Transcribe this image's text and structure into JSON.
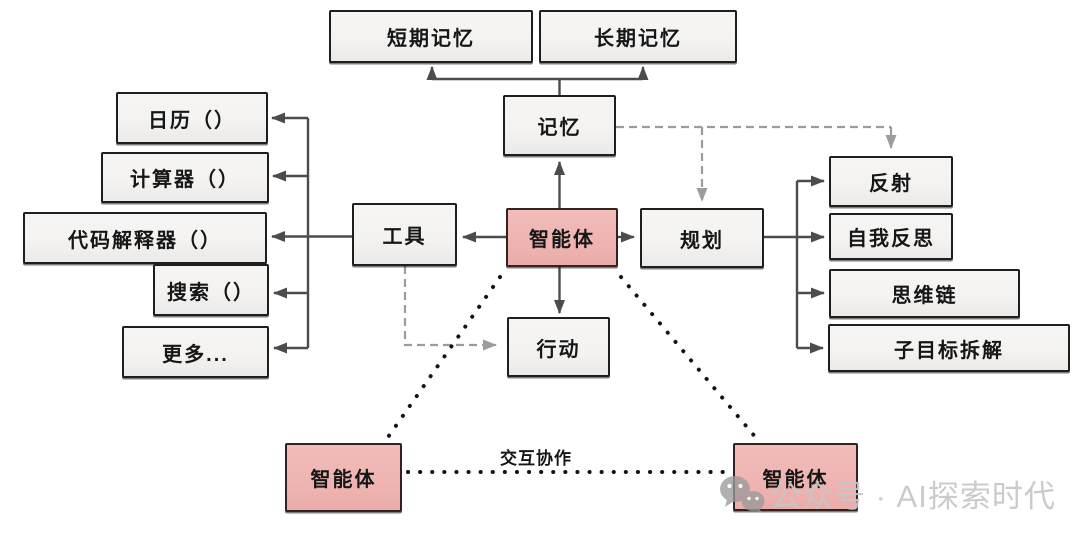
{
  "nodes": {
    "short_term_memory": {
      "label": "短期记忆"
    },
    "long_term_memory": {
      "label": "长期记忆"
    },
    "memory": {
      "label": "记忆"
    },
    "calendar": {
      "label": "日历（）"
    },
    "calculator": {
      "label": "计算器（）"
    },
    "code_interpreter": {
      "label": "代码解释器（）"
    },
    "search": {
      "label": "搜索（）"
    },
    "more": {
      "label": "更多..."
    },
    "tools": {
      "label": "工具"
    },
    "agent": {
      "label": "智能体"
    },
    "planning": {
      "label": "规划"
    },
    "action": {
      "label": "行动"
    },
    "reflection": {
      "label": "反射"
    },
    "self_reflection": {
      "label": "自我反思"
    },
    "chain_of_thought": {
      "label": "思维链"
    },
    "subgoal_decomposition": {
      "label": "子目标拆解"
    },
    "agent_left": {
      "label": "智能体"
    },
    "agent_right": {
      "label": "智能体"
    }
  },
  "labels": {
    "collaboration": "交互协作"
  },
  "watermark": {
    "icon": "wechat-icon",
    "text": "公众号 · AI探索时代"
  },
  "edges": [
    {
      "from": "memory",
      "to": "short_term_memory",
      "style": "solid-arrow"
    },
    {
      "from": "memory",
      "to": "long_term_memory",
      "style": "solid-arrow"
    },
    {
      "from": "agent",
      "to": "memory",
      "style": "solid-arrow"
    },
    {
      "from": "agent",
      "to": "tools",
      "style": "solid-arrow"
    },
    {
      "from": "agent",
      "to": "planning",
      "style": "solid-arrow"
    },
    {
      "from": "agent",
      "to": "action",
      "style": "solid-arrow"
    },
    {
      "from": "tools",
      "to": "calendar",
      "style": "solid-arrow"
    },
    {
      "from": "tools",
      "to": "calculator",
      "style": "solid-arrow"
    },
    {
      "from": "tools",
      "to": "code_interpreter",
      "style": "solid-arrow"
    },
    {
      "from": "tools",
      "to": "search",
      "style": "solid-arrow"
    },
    {
      "from": "tools",
      "to": "more",
      "style": "solid-arrow"
    },
    {
      "from": "planning",
      "to": "reflection",
      "style": "solid-arrow"
    },
    {
      "from": "planning",
      "to": "self_reflection",
      "style": "solid-arrow"
    },
    {
      "from": "planning",
      "to": "chain_of_thought",
      "style": "solid-arrow"
    },
    {
      "from": "planning",
      "to": "subgoal_decomposition",
      "style": "solid-arrow"
    },
    {
      "from": "memory",
      "to": "planning",
      "style": "dashed-arrow"
    },
    {
      "from": "memory",
      "to": "reflection",
      "style": "dashed-arrow"
    },
    {
      "from": "tools",
      "to": "action",
      "style": "dashed-arrow"
    },
    {
      "from": "agent",
      "to": "agent_left",
      "style": "dotted"
    },
    {
      "from": "agent",
      "to": "agent_right",
      "style": "dotted"
    },
    {
      "from": "agent_left",
      "to": "agent_right",
      "style": "dotted",
      "label": "交互协作"
    }
  ],
  "colors": {
    "box_fill": "#f4f3f1",
    "box_border": "#1e1e1e",
    "agent_fill": "#efb4b1",
    "agent_border": "#332222",
    "arrow": "#4c4c4c",
    "dashed": "#9c9c9c",
    "dotted": "#141414",
    "text_color": "#161616",
    "watermark_color": "#c7c7c7",
    "icon_color": "#9a9a9a"
  }
}
